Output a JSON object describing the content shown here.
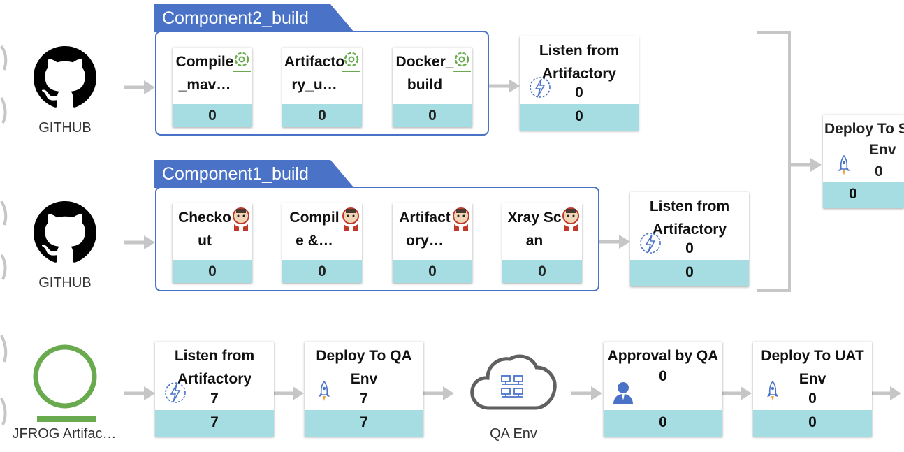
{
  "sources": [
    {
      "label": "GITHUB",
      "icon": "github-icon"
    },
    {
      "label": "GITHUB",
      "icon": "github-icon"
    },
    {
      "label": "JFROG Artifac…",
      "icon": "jfrog-circle-icon"
    }
  ],
  "groups": [
    {
      "name": "Component2_build",
      "jobs": [
        {
          "title": "Compile_mav…",
          "count": "0",
          "icon": "gear-icon"
        },
        {
          "title": "Artifactory_u…",
          "count": "0",
          "icon": "gear-icon"
        },
        {
          "title": "Docker_ build",
          "count": "0",
          "icon": "gear-icon"
        }
      ]
    },
    {
      "name": "Component1_build",
      "jobs": [
        {
          "title": "Checko ut",
          "count": "0",
          "icon": "jenkins-icon"
        },
        {
          "title": "Compil e &…",
          "count": "0",
          "icon": "jenkins-icon"
        },
        {
          "title": "Artifact ory…",
          "count": "0",
          "icon": "jenkins-icon"
        },
        {
          "title": "Xray Scan",
          "count": "0",
          "icon": "jenkins-icon"
        }
      ]
    }
  ],
  "stages": {
    "listen_c2": {
      "title": "Listen from Artifactory",
      "sub": "0",
      "count": "0",
      "icon": "lightning-icon"
    },
    "listen_c1": {
      "title": "Listen from Artifactory",
      "sub": "0",
      "count": "0",
      "icon": "lightning-icon"
    },
    "deploy_s": {
      "title": "Deploy To S",
      "title2": "Env",
      "sub": "0",
      "count": "0",
      "icon": "rocket-icon"
    },
    "listen_jf": {
      "title": "Listen from Artifactory",
      "sub": "7",
      "count": "7",
      "icon": "lightning-icon"
    },
    "deploy_qa": {
      "title": "Deploy To QA Env",
      "sub": "7",
      "count": "7",
      "icon": "rocket-icon"
    },
    "approval_qa": {
      "title": "Approval by QA",
      "sub": "0",
      "count": "0",
      "icon": "user-icon"
    },
    "deploy_uat": {
      "title": "Deploy To UAT Env",
      "sub": "0",
      "count": "0",
      "icon": "rocket-icon"
    }
  },
  "environment": {
    "label": "QA Env",
    "icon": "cloud-servers-icon"
  },
  "colors": {
    "accent": "#4a73c8",
    "footer": "#a6dde3",
    "arrow": "#c6c6c6",
    "jfrog": "#6aaa4f"
  }
}
